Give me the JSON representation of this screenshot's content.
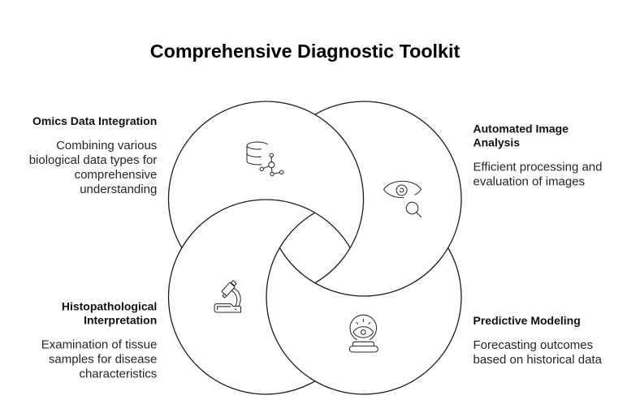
{
  "title": "Comprehensive Diagnostic Toolkit",
  "colors": {
    "background": "#ffffff",
    "outline": "#1c1c1c",
    "icon": "#2b2b2b",
    "title": "#000000",
    "heading": "#111111",
    "body": "#262626"
  },
  "sections": [
    {
      "quadrant": "top-left",
      "heading": "Omics Data Integration",
      "description": "Combining various biological data types for comprehensive understanding",
      "icon": "database-network"
    },
    {
      "quadrant": "top-right",
      "heading": "Automated Image Analysis",
      "description": "Efficient processing and evaluation of images",
      "icon": "eye-magnifier"
    },
    {
      "quadrant": "bottom-left",
      "heading": "Histopathological Interpretation",
      "description": "Examination of tissue samples for disease characteristics",
      "icon": "microscope"
    },
    {
      "quadrant": "bottom-right",
      "heading": "Predictive Modeling",
      "description": "Forecasting outcomes based on historical data",
      "icon": "crystal-ball"
    }
  ]
}
